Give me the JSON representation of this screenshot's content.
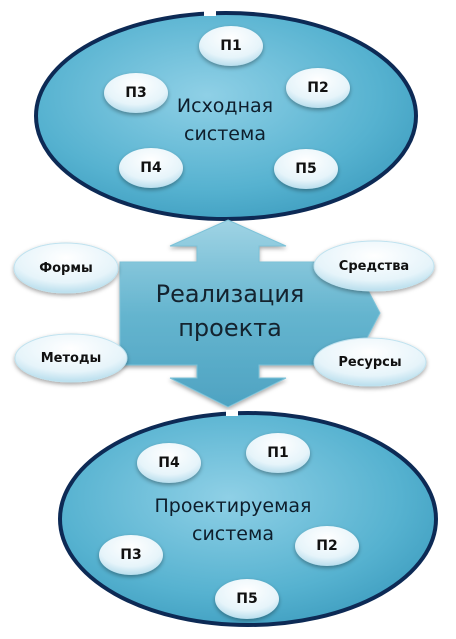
{
  "diagram": {
    "top_system": {
      "label_line1": "Исходная",
      "label_line2": "система",
      "nodes": [
        "П1",
        "П2",
        "П3",
        "П4",
        "П5"
      ]
    },
    "hub": {
      "label_line1": "Реализация",
      "label_line2": "проекта"
    },
    "side_nodes": {
      "forms": "Формы",
      "means": "Средства",
      "methods": "Методы",
      "resources": "Ресурсы"
    },
    "bottom_system": {
      "label_line1": "Проектируемая",
      "label_line2": "система",
      "nodes": [
        "П4",
        "П1",
        "П3",
        "П2",
        "П5"
      ]
    }
  },
  "colors": {
    "ellipse_fill": "#5db8d4",
    "ellipse_stroke": "#0d2a55",
    "hub_fill": "#6ab9d0",
    "node_fill": "#eaf6fb"
  }
}
